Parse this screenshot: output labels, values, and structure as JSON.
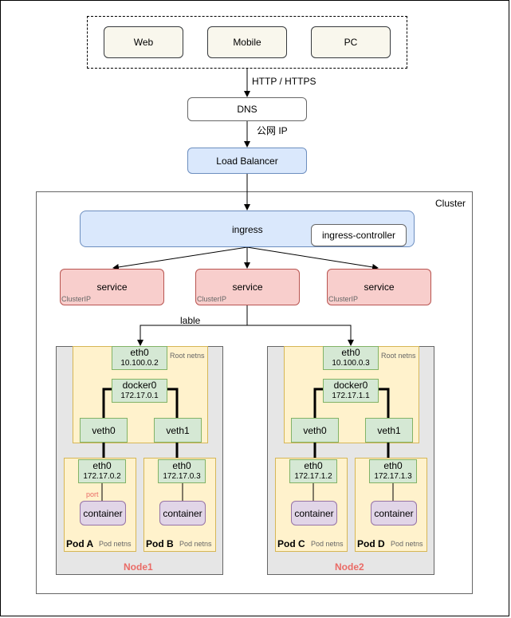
{
  "clients": {
    "web": "Web",
    "mobile": "Mobile",
    "pc": "PC"
  },
  "edges": {
    "http": "HTTP / HTTPS",
    "public_ip": "公网 IP",
    "lable": "lable"
  },
  "dns": "DNS",
  "load_balancer": "Load Balancer",
  "cluster": {
    "label": "Cluster"
  },
  "ingress": {
    "label": "ingress",
    "controller": "ingress-controller"
  },
  "services": [
    {
      "label": "service",
      "sub": "ClusterIP"
    },
    {
      "label": "service",
      "sub": "ClusterIP"
    },
    {
      "label": "service",
      "sub": "ClusterIP"
    }
  ],
  "nodes": [
    {
      "name": "Node1",
      "root_netns": "Root netns",
      "eth0": {
        "label": "eth0",
        "ip": "10.100.0.2"
      },
      "docker0": {
        "label": "docker0",
        "ip": "172.17.0.1"
      },
      "veth": [
        "veth0",
        "veth1"
      ],
      "pods": [
        {
          "name": "Pod A",
          "netns": "Pod netns",
          "eth0": "eth0",
          "ip": "172.17.0.2",
          "container": "container",
          "port": "port"
        },
        {
          "name": "Pod B",
          "netns": "Pod netns",
          "eth0": "eth0",
          "ip": "172.17.0.3",
          "container": "container"
        }
      ]
    },
    {
      "name": "Node2",
      "root_netns": "Root netns",
      "eth0": {
        "label": "eth0",
        "ip": "10.100.0.3"
      },
      "docker0": {
        "label": "docker0",
        "ip": "172.17.1.1"
      },
      "veth": [
        "veth0",
        "veth1"
      ],
      "pods": [
        {
          "name": "Pod C",
          "netns": "Pod netns",
          "eth0": "eth0",
          "ip": "172.17.1.2",
          "container": "container"
        },
        {
          "name": "Pod D",
          "netns": "Pod netns",
          "eth0": "eth0",
          "ip": "172.17.1.3",
          "container": "container"
        }
      ]
    }
  ],
  "colors": {
    "client_fill": "#f9f7ed",
    "blue_fill": "#dae8fc",
    "red_fill": "#f8cecc",
    "green_fill": "#d5e8d4",
    "yellow_fill": "#fff2cc",
    "gray_fill": "#e6e6e6",
    "purple_fill": "#e1d5e7",
    "node_label": "#ea6b66"
  }
}
